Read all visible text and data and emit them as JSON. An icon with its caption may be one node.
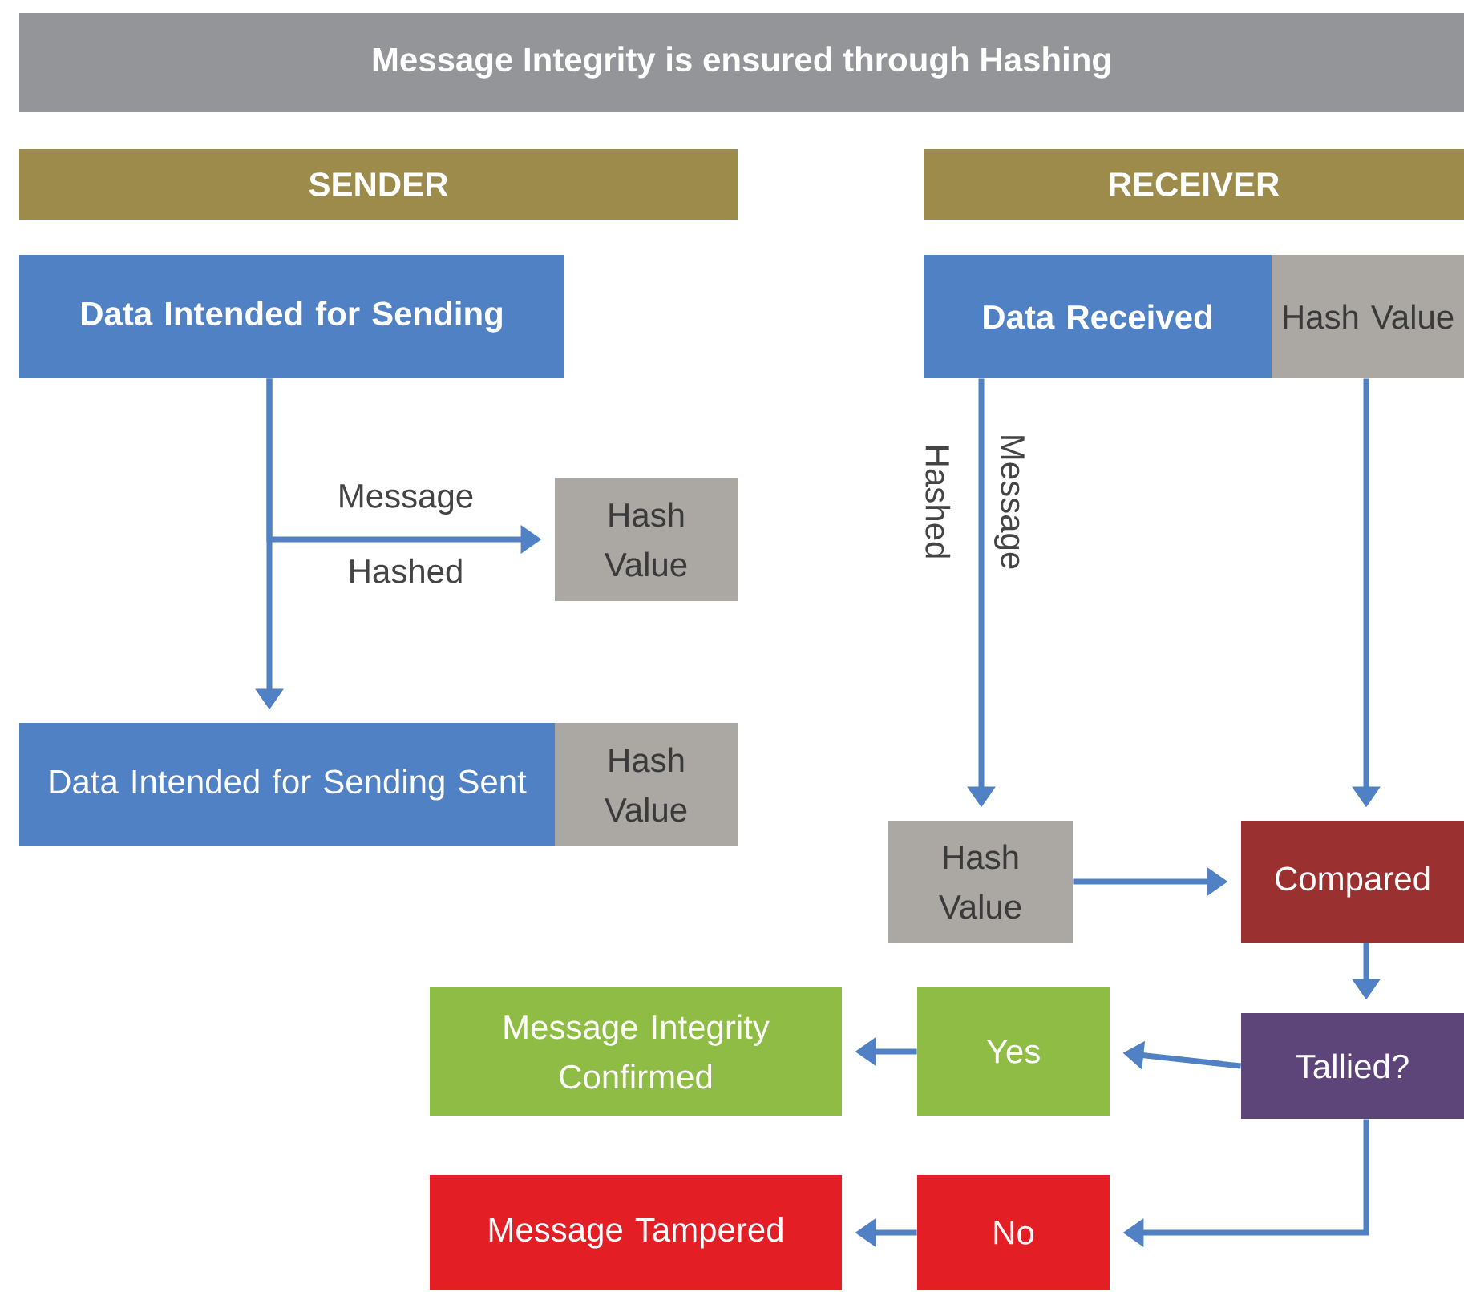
{
  "diagram": {
    "title": "Message Integrity is ensured through Hashing",
    "nodes": [
      {
        "text": [
          "SENDER"
        ]
      },
      {
        "text": [
          "RECEIVER"
        ]
      },
      {
        "text": [
          "Data Intended for Sending"
        ]
      },
      {
        "text": [
          "Hash Value"
        ]
      },
      {
        "text": [
          "Data Intended for Sending Sent"
        ]
      },
      {
        "text": [
          "Hash Value"
        ]
      },
      {
        "text": [
          "Data Received"
        ]
      },
      {
        "text": [
          "Hash Value"
        ]
      },
      {
        "text": [
          "Hash Value"
        ]
      },
      {
        "text": [
          "Compared"
        ]
      },
      {
        "text": [
          "Tallied?"
        ]
      },
      {
        "text": [
          "Yes"
        ]
      },
      {
        "text": [
          "Message Integrity Confirmed"
        ]
      },
      {
        "text": [
          "No"
        ]
      },
      {
        "text": [
          "Message Tampered"
        ]
      }
    ],
    "edges": [
      {
        "from": 2,
        "to": 4,
        "arrow": "to"
      },
      {
        "from": 2,
        "to": 3,
        "arrow": "to",
        "label": "Message Hashed"
      },
      {
        "from": 6,
        "to": 8,
        "arrow": "to",
        "label": "Message Hashed"
      },
      {
        "from": 7,
        "to": 9,
        "arrow": "to"
      },
      {
        "from": 8,
        "to": 9,
        "arrow": "to"
      },
      {
        "from": 9,
        "to": 10,
        "arrow": "to"
      },
      {
        "from": 10,
        "to": 11,
        "arrow": "to"
      },
      {
        "from": 11,
        "to": 12,
        "arrow": "to"
      },
      {
        "from": 10,
        "to": 13,
        "arrow": "to"
      },
      {
        "from": 13,
        "to": 14,
        "arrow": "to"
      }
    ]
  }
}
